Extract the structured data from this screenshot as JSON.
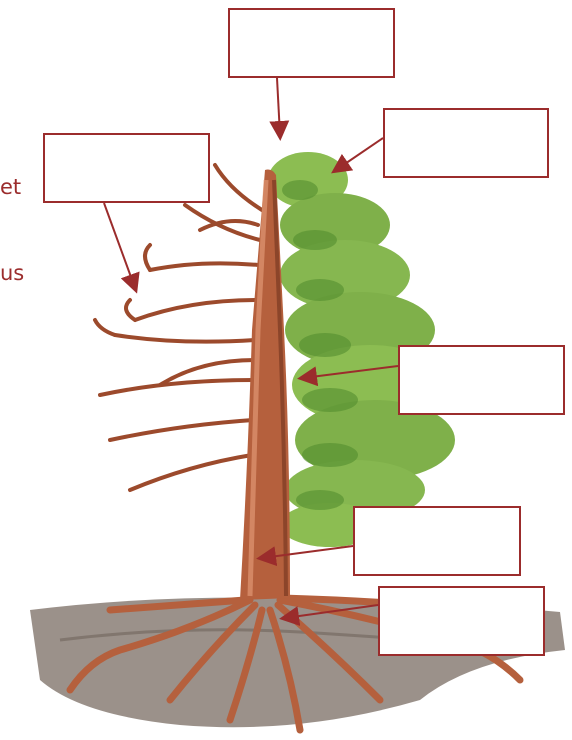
{
  "colors": {
    "accent": "#9b2c2c",
    "trunk": "#b5603d",
    "trunk_dark": "#7a3a22",
    "foliage": "#7fb04a",
    "foliage_dark": "#4f8a2c",
    "ground": "#8a7e76"
  },
  "fragments": {
    "left_top": "et",
    "left_mid": "us"
  },
  "label_boxes": [
    {
      "id": "top",
      "text": ""
    },
    {
      "id": "left",
      "text": ""
    },
    {
      "id": "right-top",
      "text": ""
    },
    {
      "id": "right-mid",
      "text": ""
    },
    {
      "id": "right-lower",
      "text": ""
    },
    {
      "id": "right-bottom",
      "text": ""
    }
  ]
}
